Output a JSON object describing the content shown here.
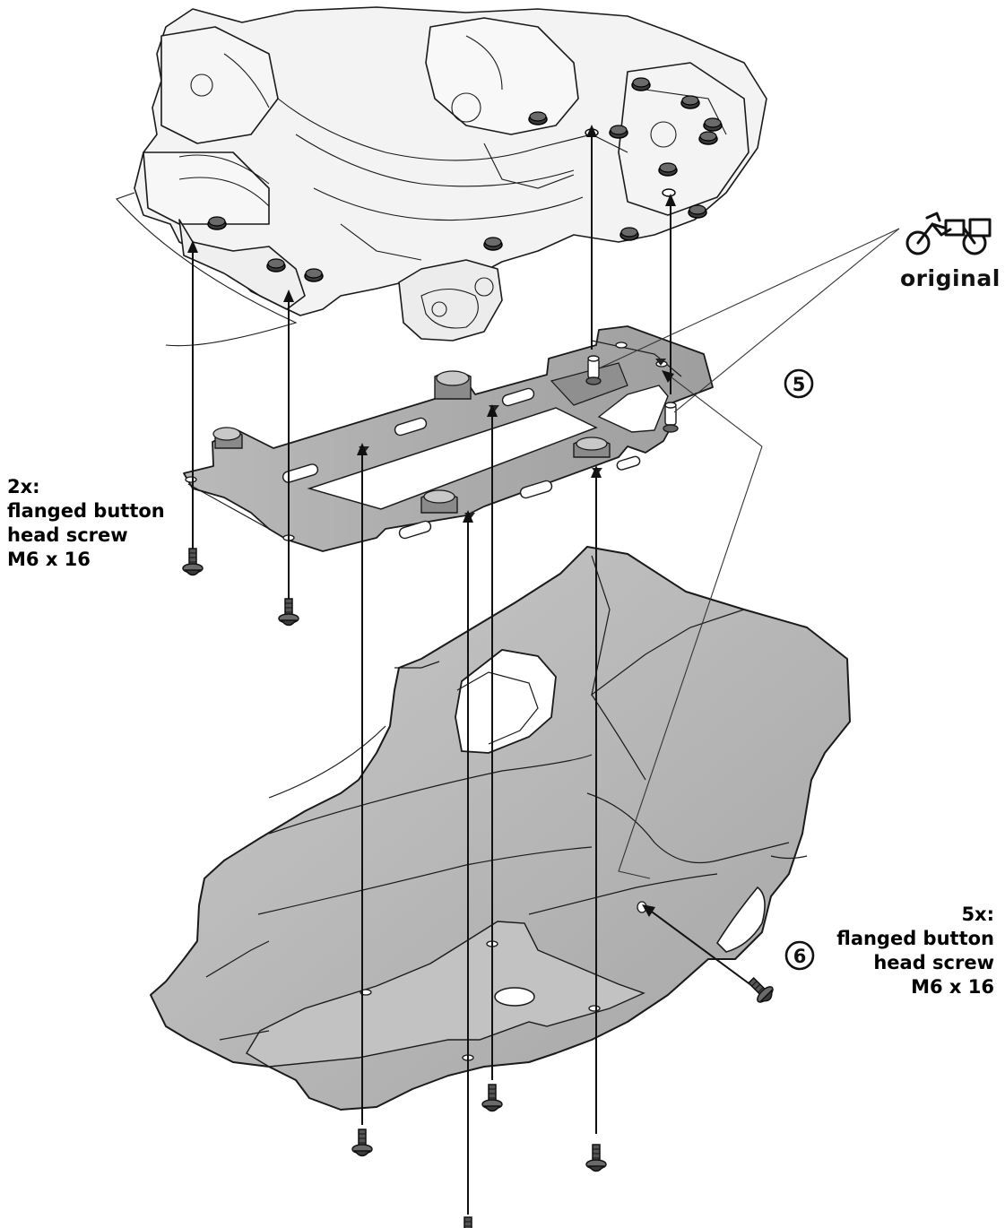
{
  "callouts": {
    "part_5": "5",
    "part_6": "6"
  },
  "original_badge": {
    "icon": "motorcycle-luggage-icon",
    "text": "original"
  },
  "screw_note_left": {
    "line1": "2x:",
    "line2": "flanged button",
    "line3": "head screw",
    "line4": "M6 x 16"
  },
  "screw_note_right": {
    "line1": "5x:",
    "line2": "flanged button",
    "line3": "head screw",
    "line4": "M6 x 16"
  },
  "colors": {
    "line": "#1a1a1a",
    "skid_plate_fill": "#b5b5b5",
    "bracket_fill": "#a9a9a9",
    "engine_fill": "#f2f2f2"
  }
}
